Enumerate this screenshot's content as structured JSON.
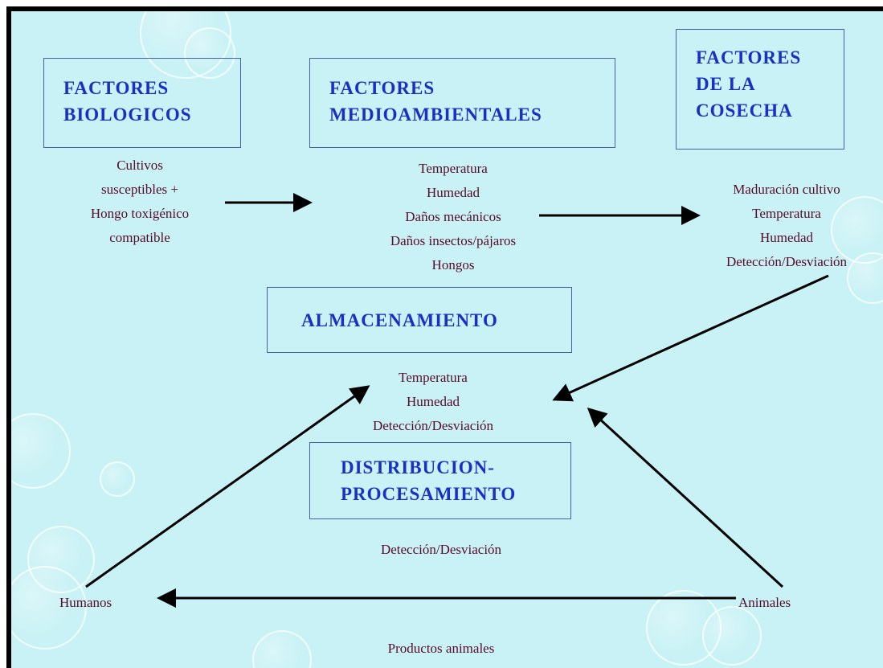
{
  "boxes": {
    "biologicos": [
      "FACTORES",
      "BIOLOGICOS"
    ],
    "medioambientales": [
      "FACTORES",
      "MEDIOAMBIENTALES"
    ],
    "cosecha": [
      "FACTORES",
      "DE LA",
      "COSECHA"
    ],
    "almacenamiento": [
      "ALMACENAMIENTO"
    ],
    "distribucion": [
      "DISTRIBUCION-",
      "PROCESAMIENTO"
    ]
  },
  "texts": {
    "biologicos": [
      "Cultivos",
      "susceptibles +",
      "Hongo toxigénico",
      "compatible"
    ],
    "medioambientales": [
      "Temperatura",
      "Humedad",
      "Daños mecánicos",
      "Daños insectos/pájaros",
      "Hongos"
    ],
    "cosecha": [
      "Maduración cultivo",
      "Temperatura",
      "Humedad",
      "Detección/Desviación"
    ],
    "almacenamiento": [
      "Temperatura",
      "Humedad",
      "Detección/Desviación"
    ],
    "distribucion": [
      "Detección/Desviación"
    ],
    "humanos": "Humanos",
    "animales": "Animales",
    "productos_animales": "Productos animales"
  },
  "colors": {
    "background": "#c8f2f5",
    "heading": "#1a2fc4",
    "body_text": "#5a0a2a",
    "arrow": "#000000"
  }
}
